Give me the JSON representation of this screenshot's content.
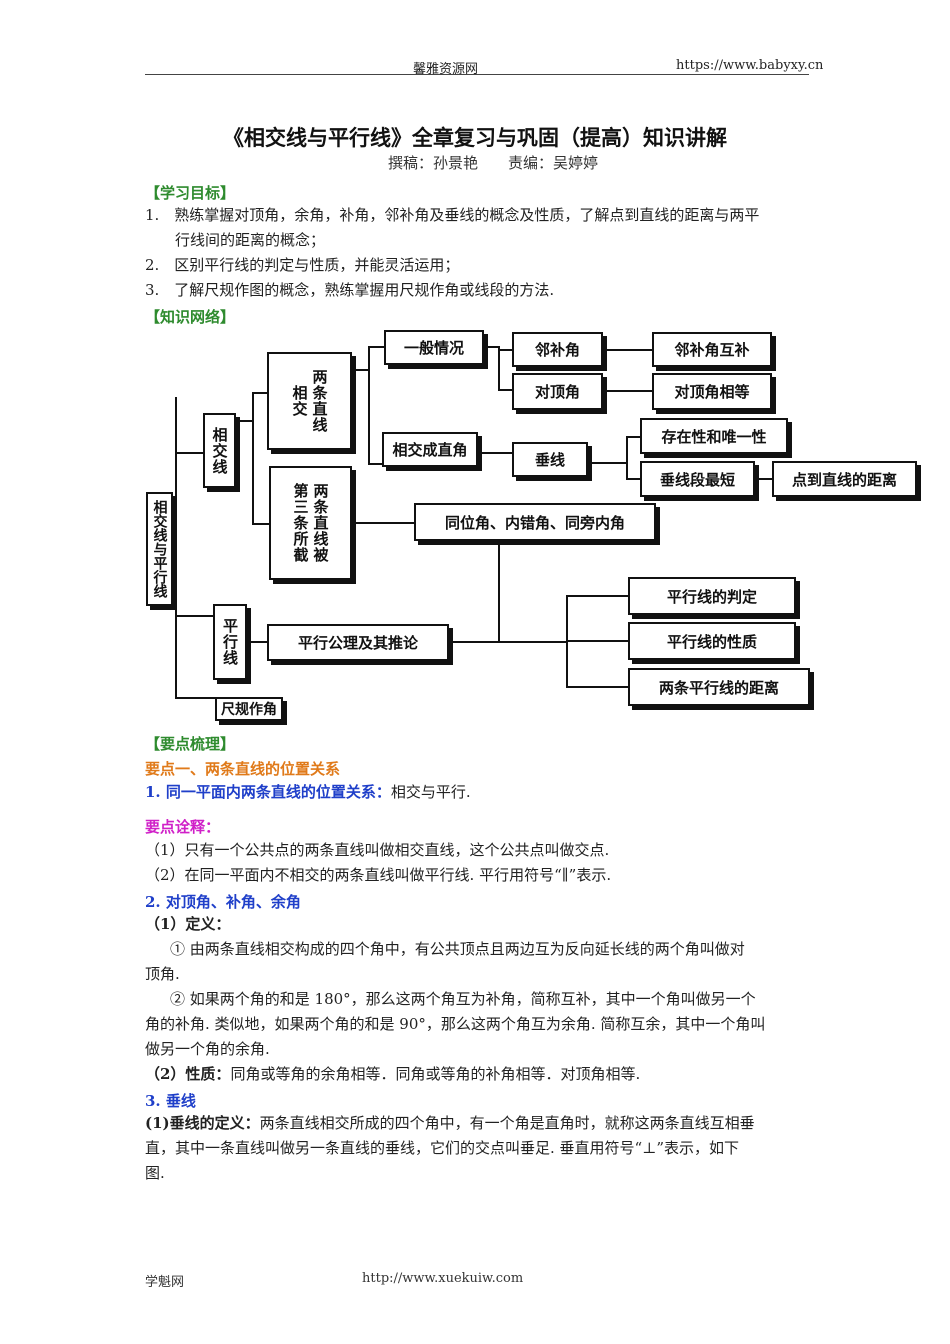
{
  "header": {
    "site_name": "馨雅资源网",
    "site_url": "https://www.babyxy.cn"
  },
  "title": "《相交线与平行线》全章复习与巩固（提高）知识讲解",
  "byline": "撰稿：孙景艳　　责编：吴婷婷",
  "goals": {
    "heading": "【学习目标】",
    "items": [
      "1.　熟练掌握对顶角，余角，补角，邻补角及垂线的概念及性质，了解点到直线的距离与两平",
      "行线间的距离的概念；",
      "2.　区别平行线的判定与性质，并能灵活运用；",
      "3.　了解尺规作图的概念，熟练掌握用尺规作角或线段的方法."
    ]
  },
  "network": {
    "heading": "【知识网络】",
    "root": "相交线与平行线",
    "intersect": "相交线",
    "two_lines_1": "相交",
    "two_lines_2": "两条直线",
    "three_lines_1": "第三条所截",
    "three_lines_2": "两条直线被",
    "general": "一般情况",
    "perp_intersect": "相交成直角",
    "adjacent": "邻补角",
    "vertical": "对顶角",
    "adjacent_prop": "邻补角互补",
    "vertical_prop": "对顶角相等",
    "perp": "垂线",
    "unique": "存在性和唯一性",
    "shortest": "垂线段最短",
    "distance": "点到直线的距离",
    "angles": "同位角、内错角、同旁内角",
    "parallel": "平行线",
    "axiom": "平行公理及其推论",
    "judge": "平行线的判定",
    "prop": "平行线的性质",
    "dist2": "两条平行线的距离",
    "ruler": "尺规作角"
  },
  "keypoints": {
    "heading": "【要点梳理】",
    "p1_title": "要点一、两条直线的位置关系",
    "s1_label": "1. 同一平面内两条直线的位置关系：",
    "s1_text": "相交与平行.",
    "note_label": "要点诠释：",
    "note1": "（1）只有一个公共点的两条直线叫做相交直线，这个公共点叫做交点.",
    "note2": "（2）在同一平面内不相交的两条直线叫做平行线. 平行用符号“∥”表示.",
    "s2_title": "2. 对顶角、补角、余角",
    "def_label": "（1）定义：",
    "def1a": "① 由两条直线相交构成的四个角中，有公共顶点且两边互为反向延长线的两个角叫做对",
    "def1b": "顶角.",
    "def2a": "② 如果两个角的和是 180°，那么这两个角互为补角，简称互补，其中一个角叫做另一个",
    "def2b": "角的补角. 类似地，如果两个角的和是 90°，那么这两个角互为余角. 简称互余，其中一个角叫",
    "def2c": "做另一个角的余角.",
    "prop_label": "（2）性质：",
    "prop_text": "同角或等角的余角相等．同角或等角的补角相等．对顶角相等.",
    "s3_title": "3. 垂线",
    "perp_label": "(1)垂线的定义：",
    "perp_a": "两条直线相交所成的四个角中，有一个角是直角时，就称这两条直线互相垂",
    "perp_b": "直，其中一条直线叫做另一条直线的垂线，它们的交点叫垂足. 垂直用符号“⊥”表示，如下",
    "perp_c": "图."
  },
  "footer": {
    "name": "学魁网",
    "url": "http://www.xuekuiw.com"
  }
}
